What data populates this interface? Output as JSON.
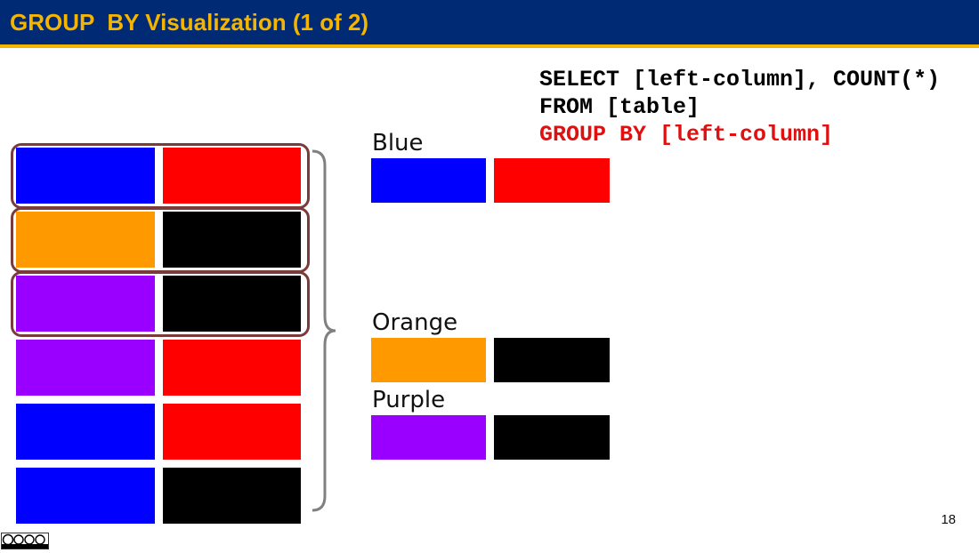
{
  "slide": {
    "title": "GROUP  BY Visualization (1 of 2)",
    "page_number": "18"
  },
  "query": {
    "line1": "SELECT [left-column], COUNT(*)",
    "line2": "FROM [table]",
    "line3": "GROUP BY [left-column]"
  },
  "colors": {
    "blue": "#0000ff",
    "red": "#ff0000",
    "orange": "#ff9900",
    "black": "#000000",
    "purple": "#9900ff",
    "header_bg": "#002a73",
    "accent": "#f5b400",
    "group_outline": "#7a3b3b",
    "highlight_text": "#e01010"
  },
  "table_rows": [
    {
      "left": "blue",
      "right": "red"
    },
    {
      "left": "orange",
      "right": "black"
    },
    {
      "left": "purple",
      "right": "black"
    },
    {
      "left": "purple",
      "right": "red"
    },
    {
      "left": "blue",
      "right": "red"
    },
    {
      "left": "blue",
      "right": "black"
    }
  ],
  "groups": [
    {
      "label": "Blue",
      "left": "blue",
      "right": "red"
    },
    {
      "label": "Orange",
      "left": "orange",
      "right": "black"
    },
    {
      "label": "Purple",
      "left": "purple",
      "right": "black"
    }
  ],
  "icons": {
    "license": "cc-by-nc-sa-icon"
  }
}
